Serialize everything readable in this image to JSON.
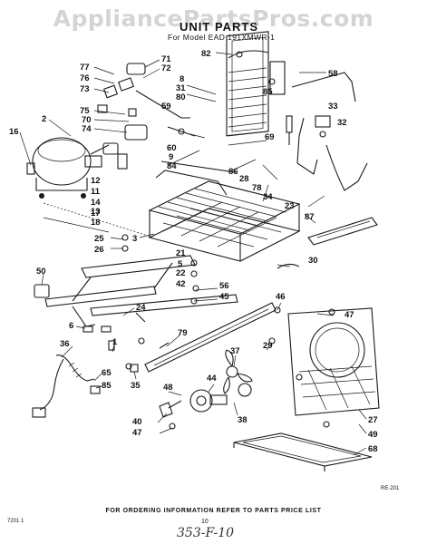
{
  "watermark": "AppliancePartsPros.com",
  "title": "UNIT PARTS",
  "subtitle": "For Model EAD 191XMWR-1",
  "footer": "FOR ORDERING INFORMATION REFER TO PARTS PRICE LIST",
  "page_number": "10",
  "code_left": "7201 1",
  "code_right": "RE-201",
  "handwritten_note": "353-F-10",
  "callouts": [
    "82",
    "58",
    "85",
    "71",
    "72",
    "77",
    "76",
    "73",
    "8",
    "31",
    "80",
    "59",
    "75",
    "70",
    "74",
    "2",
    "16",
    "33",
    "32",
    "69",
    "60",
    "9",
    "84",
    "86",
    "28",
    "78",
    "34",
    "23",
    "12",
    "11",
    "14",
    "13",
    "17",
    "18",
    "87",
    "25",
    "26",
    "3",
    "21",
    "5",
    "22",
    "42",
    "30",
    "50",
    "56",
    "45",
    "46",
    "24",
    "47",
    "6",
    "79",
    "36",
    "1",
    "65",
    "85",
    "35",
    "37",
    "29",
    "48",
    "44",
    "38",
    "40",
    "47",
    "27",
    "49",
    "68"
  ]
}
